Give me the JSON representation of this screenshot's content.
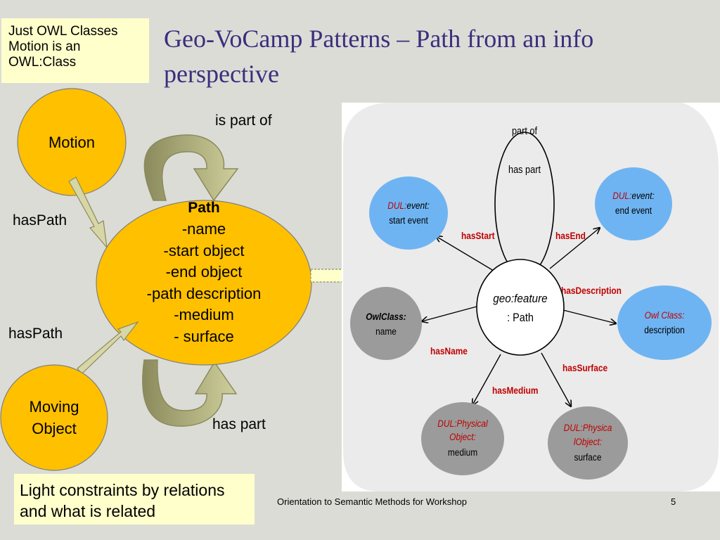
{
  "slide": {
    "title_lines": [
      "Geo-VoCamp Patterns – Path from an info",
      "perspective"
    ],
    "top_note_lines": [
      "Just OWL Classes",
      "Motion is an",
      "OWL:Class"
    ],
    "bottom_note_lines": [
      "Light constraints by relations",
      "and what is related"
    ],
    "footer_text": "Orientation to Semantic Methods for Workshop",
    "page_number": "5"
  },
  "left_diagram": {
    "motion_label": "Motion",
    "moving_object_lines": [
      "Moving",
      "Object"
    ],
    "path_title": "Path",
    "path_attributes": [
      "-name",
      "-start object",
      "-end object",
      "-path description",
      "-medium",
      "- surface"
    ],
    "is_part_of_label": "is part of",
    "has_part_label": "has part",
    "has_path_label_1": "hasPath",
    "has_path_label_2": "hasPath",
    "colors": {
      "node_fill": "#ffc000",
      "arrow_fill": "#c8c890"
    }
  },
  "right_diagram": {
    "part_of_label": "part of",
    "has_part_label": "has part",
    "center_prefix": "geo:",
    "center_word": "feature",
    "center_class": ": Path",
    "start_node": {
      "prefix": "DUL:",
      "italic": "event:",
      "value": "start event"
    },
    "end_node": {
      "prefix": "DUL:",
      "italic": "event:",
      "value": "end event"
    },
    "name_node": {
      "italic": "OwlClass:",
      "value": "name"
    },
    "description_node": {
      "italic": "Owl Class:",
      "value": "description"
    },
    "medium_node": {
      "italic_lines": [
        "DUL:Physical",
        "Object:"
      ],
      "value": "medium"
    },
    "surface_node": {
      "italic_lines": [
        "DUL:Physica",
        "lObject:"
      ],
      "value": "surface"
    },
    "relations": {
      "has_start": "hasStart",
      "has_end": "hasEnd",
      "has_description": "hasDescription",
      "has_name": "hasName",
      "has_surface": "hasSurface",
      "has_medium": "hasMedium"
    },
    "colors": {
      "blue_node": "#6fb4f2",
      "gray_node": "#9b9b9b",
      "relation_text": "#c00000",
      "italic_text": "#c00000"
    }
  }
}
